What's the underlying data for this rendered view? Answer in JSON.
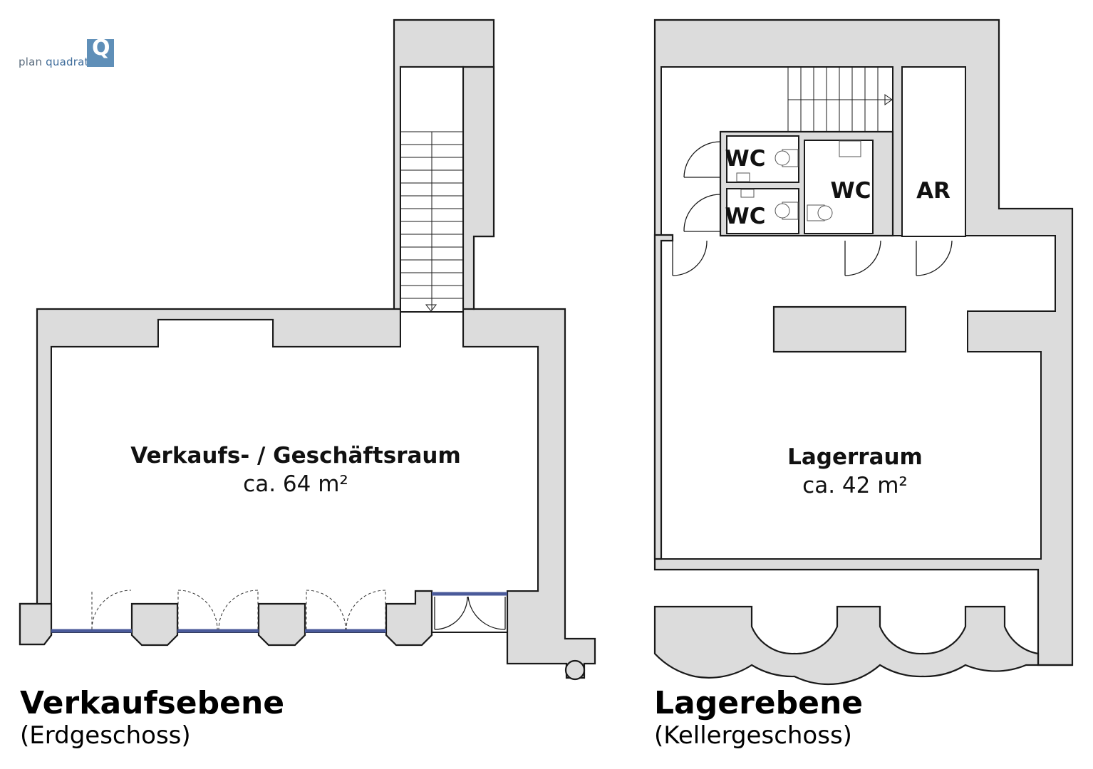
{
  "logo": {
    "word1": "plan",
    "word2": "quadrat",
    "letter": "Q"
  },
  "levels": [
    {
      "title": "Verkaufsebene",
      "subtitle": "(Erdgeschoss)",
      "room_name": "Verkaufs- / Geschäftsraum",
      "room_area": "ca. 64 m²"
    },
    {
      "title": "Lagerebene",
      "subtitle": "(Kellergeschoss)",
      "room_name": "Lagerraum",
      "room_area": "ca. 42 m²",
      "small_rooms": [
        "WC",
        "WC",
        "WC",
        "AR"
      ]
    }
  ],
  "colors": {
    "wall_fill": "#dcdcdc",
    "wall_stroke": "#1a1a1a",
    "glass": "#4a5a9a",
    "logo": "#5f8fb8"
  }
}
